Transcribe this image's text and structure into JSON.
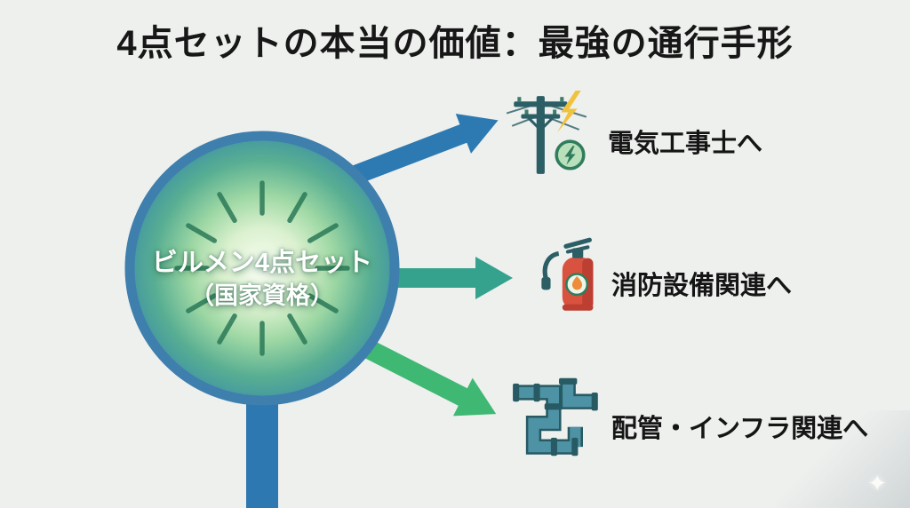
{
  "title": "4点セットの本当の価値：最強の通行手形",
  "hub": {
    "line1": "ビルメン4点セット",
    "line2": "（国家資格）"
  },
  "branches": [
    {
      "id": "electrician",
      "label": "電気工事士へ",
      "icon": "utility-pole-icon",
      "arrow_color": "#2d7ab2"
    },
    {
      "id": "fire-equipment",
      "label": "消防設備関連へ",
      "icon": "fire-extinguisher-icon",
      "arrow_color": "#35a28e"
    },
    {
      "id": "piping-infra",
      "label": "配管・インフラ関連へ",
      "icon": "pipes-icon",
      "arrow_color": "#3fb873"
    }
  ],
  "hub_icon": "glowing-sun-circle-icon",
  "decoration": {
    "sparkle_glyph": "✦"
  },
  "colors": {
    "background": "#eef0ee",
    "title_text": "#171717",
    "label_text": "#151515",
    "hub_ring": "#3e7fae",
    "hub_glow_center": "#f8fdf4",
    "hub_glow_edge": "#4499a0",
    "hub_rays": "#2c7a58",
    "stem": "#2d78b0",
    "arrow_blue": "#2d7ab2",
    "arrow_teal": "#35a28e",
    "arrow_green": "#3fb873",
    "hub_text": "#ffffff"
  }
}
